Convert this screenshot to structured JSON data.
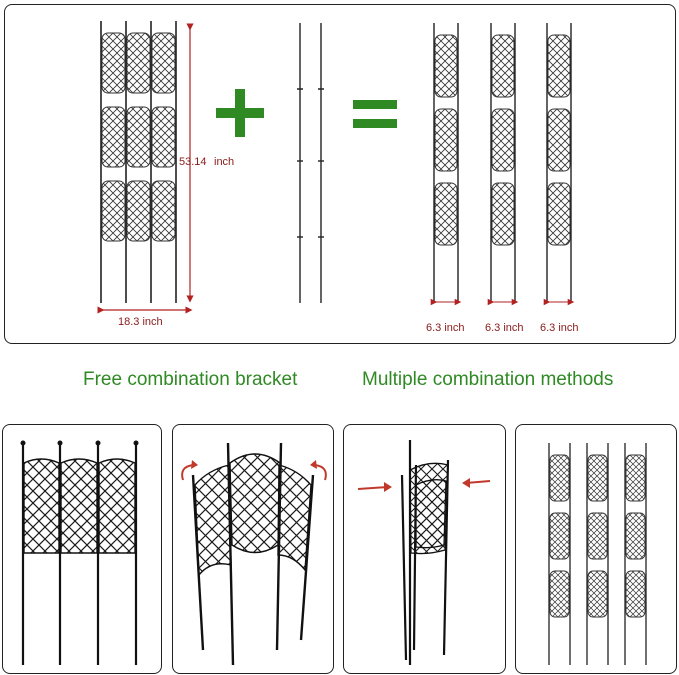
{
  "top": {
    "height_value": "53.14",
    "height_unit": "inch",
    "width_label": "18.3 inch",
    "piece_widths": [
      "6.3 inch",
      "6.3 inch",
      "6.3 inch"
    ]
  },
  "captions": {
    "left": "Free combination bracket",
    "right": "Multiple combination methods"
  },
  "icons": {
    "plus": "plus-icon",
    "equals": "equals-icon"
  },
  "colors": {
    "accent_green": "#2f8a24",
    "dimension_red": "#b22222"
  }
}
